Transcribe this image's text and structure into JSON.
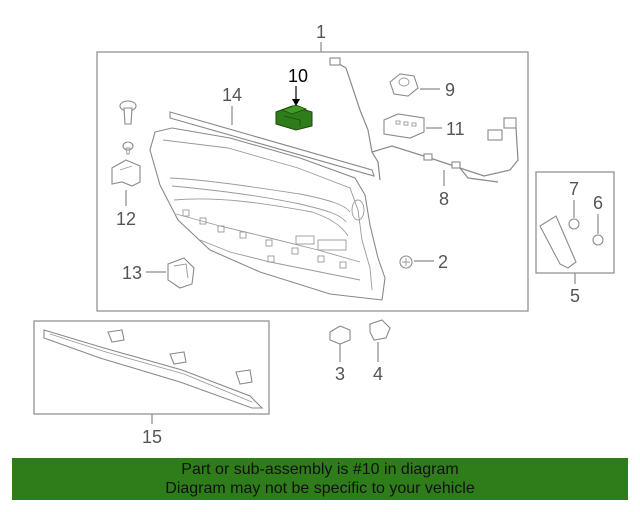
{
  "diagram": {
    "callouts": {
      "c1": "1",
      "c2": "2",
      "c3": "3",
      "c4": "4",
      "c5": "5",
      "c6": "6",
      "c7": "7",
      "c8": "8",
      "c9": "9",
      "c10": "10",
      "c11": "11",
      "c12": "12",
      "c13": "13",
      "c14": "14",
      "c15": "15"
    },
    "highlight_color": "#2e7d1a",
    "line_color": "#8a8a8a"
  },
  "banner": {
    "line1": "Part or sub-assembly is #10 in diagram",
    "line2": "Diagram may not be specific to your vehicle",
    "background": "#2e7d1a"
  }
}
